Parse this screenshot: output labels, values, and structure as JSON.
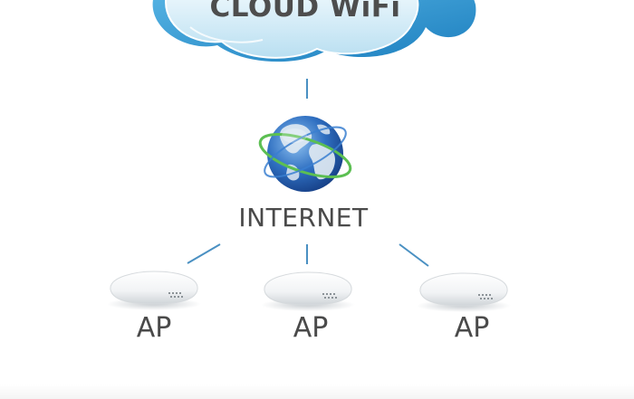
{
  "cloud": {
    "label": "CLOUD WiFi",
    "icon": "cloud-icon"
  },
  "internet": {
    "label": "INTERNET",
    "icon": "globe-icon"
  },
  "access_points": [
    {
      "label": "AP",
      "icon": "access-point-icon"
    },
    {
      "label": "AP",
      "icon": "access-point-icon"
    },
    {
      "label": "AP",
      "icon": "access-point-icon"
    }
  ],
  "colors": {
    "connector": "#4a90c2",
    "cloud_back": "#2a8cc8",
    "cloud_front": "#d7eef8",
    "globe_ocean": "#2f6fc1",
    "globe_land": "#dfe9f2",
    "globe_ring": "#5cbf52",
    "text": "#4a4a4a"
  }
}
